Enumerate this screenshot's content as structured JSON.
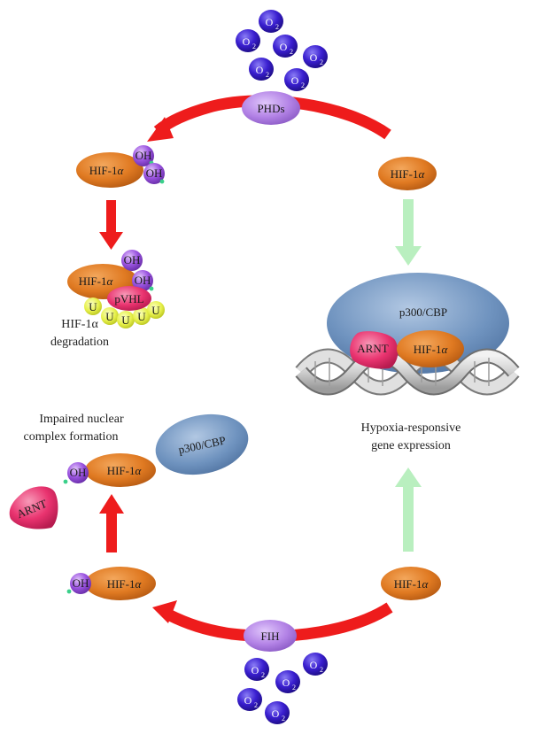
{
  "labels": {
    "phds": "PHDs",
    "fih": "FIH",
    "hif": "HIF-1α",
    "hif_prefix": "HIF-1",
    "alpha": "α",
    "oh": "OH",
    "o": "O",
    "two": "2",
    "pvhl": "pVHL",
    "u": "U",
    "p300": "p300/CBP",
    "arnt": "ARNT"
  },
  "captions": {
    "degradation_line1": "HIF-1α",
    "degradation_line2": "degradation",
    "impaired_line1": "Impaired nuclear",
    "impaired_line2": "complex formation",
    "hypoxia_line1": "Hypoxia-responsive",
    "hypoxia_line2": "gene expression"
  },
  "colors": {
    "red_arrow": "#ee1c1c",
    "green_arrow": "#b9efbf",
    "hif_orange": "#e07a22",
    "enzyme_purple": "#b383e6",
    "o2_blue": "#3a1fd0",
    "oh_purple": "#9b54e0",
    "pvhl_pink": "#e9336f",
    "ub_yellow": "#e6f04a",
    "p300_blue": "#6f93bf",
    "arnt_pink": "#ee3f72"
  }
}
